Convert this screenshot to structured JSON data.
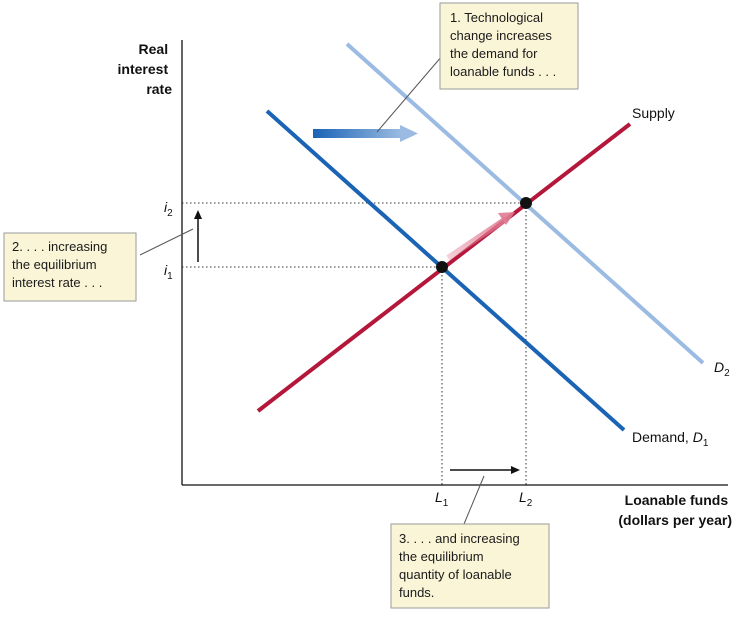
{
  "y_axis": {
    "title_lines": [
      "Real",
      "interest",
      "rate"
    ],
    "ticks": [
      {
        "symbol": "i",
        "sub": "2"
      },
      {
        "symbol": "i",
        "sub": "1"
      }
    ]
  },
  "x_axis": {
    "title_lines": [
      "Loanable funds",
      "(dollars per year)"
    ],
    "ticks": [
      {
        "symbol": "L",
        "sub": "1"
      },
      {
        "symbol": "L",
        "sub": "2"
      }
    ]
  },
  "curves": {
    "supply": {
      "label": "Supply",
      "color": "#b5173b"
    },
    "demand1": {
      "label_prefix": "Demand, ",
      "symbol": "D",
      "sub": "1",
      "color": "#1a63b5"
    },
    "demand2": {
      "symbol": "D",
      "sub": "2",
      "color": "#9bbbe2"
    }
  },
  "callouts": {
    "demand_shift": {
      "lines": [
        "1. Technological",
        "change increases",
        "the demand for",
        "loanable funds . . ."
      ]
    },
    "rate_rise": {
      "lines": [
        "2. . . . increasing",
        "the equilibrium",
        "interest rate . . ."
      ]
    },
    "quantity_rise": {
      "lines": [
        "3. . . . and increasing",
        "the equilibrium",
        "quantity of loanable",
        "funds."
      ]
    }
  },
  "colors": {
    "axis": "#111111",
    "callout_fill": "#fbf5d8",
    "equilibrium_point": "#111111",
    "movement_arrow": "#e8a0b0"
  }
}
